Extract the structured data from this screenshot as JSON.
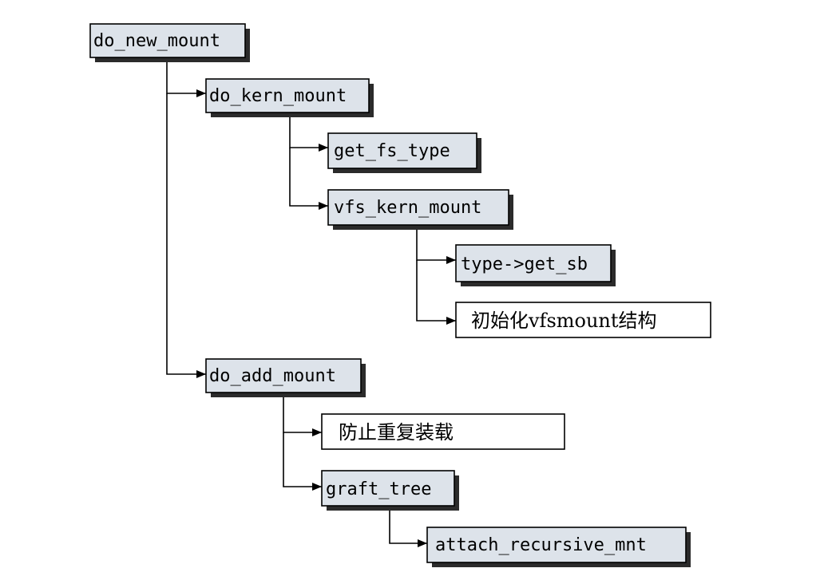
{
  "colors": {
    "function_fill": "#dde3ea",
    "note_fill": "#ffffff",
    "shadow": "#2b2b2b",
    "line": "#000000"
  },
  "nodes": [
    {
      "id": "do_new_mount",
      "label": "do_new_mount",
      "kind": "function"
    },
    {
      "id": "do_kern_mount",
      "label": "do_kern_mount",
      "kind": "function"
    },
    {
      "id": "get_fs_type",
      "label": "get_fs_type",
      "kind": "function"
    },
    {
      "id": "vfs_kern_mount",
      "label": "vfs_kern_mount",
      "kind": "function"
    },
    {
      "id": "type_get_sb",
      "label": "type->get_sb",
      "kind": "function"
    },
    {
      "id": "init_vfsmount",
      "label": "初始化vfsmount结构",
      "kind": "note"
    },
    {
      "id": "do_add_mount",
      "label": "do_add_mount",
      "kind": "function"
    },
    {
      "id": "prevent_remount",
      "label": "防止重复装载",
      "kind": "note"
    },
    {
      "id": "graft_tree",
      "label": "graft_tree",
      "kind": "function"
    },
    {
      "id": "attach_recursive_mnt",
      "label": "attach_recursive_mnt",
      "kind": "function"
    }
  ],
  "edges": [
    {
      "from": "do_new_mount",
      "to": "do_kern_mount"
    },
    {
      "from": "do_new_mount",
      "to": "do_add_mount"
    },
    {
      "from": "do_kern_mount",
      "to": "get_fs_type"
    },
    {
      "from": "do_kern_mount",
      "to": "vfs_kern_mount"
    },
    {
      "from": "vfs_kern_mount",
      "to": "type_get_sb"
    },
    {
      "from": "vfs_kern_mount",
      "to": "init_vfsmount"
    },
    {
      "from": "do_add_mount",
      "to": "prevent_remount"
    },
    {
      "from": "do_add_mount",
      "to": "graft_tree"
    },
    {
      "from": "graft_tree",
      "to": "attach_recursive_mnt"
    }
  ]
}
